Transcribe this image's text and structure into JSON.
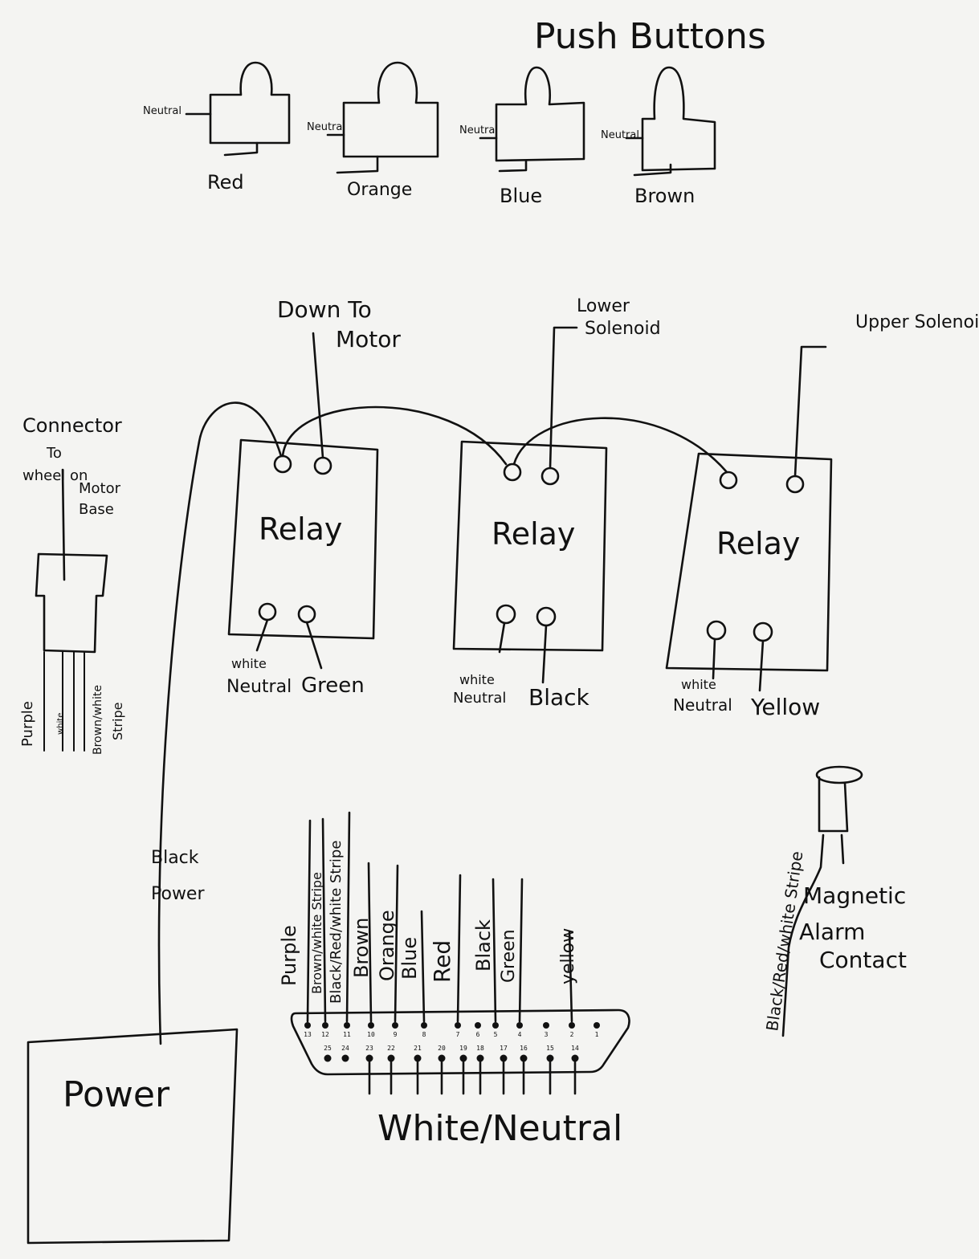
{
  "title": "Push Buttons",
  "push_buttons": [
    {
      "neutral_label": "Neutral",
      "color_label": "Red"
    },
    {
      "neutral_label": "Neutral",
      "color_label": "Orange"
    },
    {
      "neutral_label": "Neutral",
      "color_label": "Blue"
    },
    {
      "neutral_label": "Neutral",
      "color_label": "Brown"
    }
  ],
  "relays": [
    {
      "label": "Relay",
      "neutral_top": "white",
      "neutral_bottom": "Neutral",
      "wire_label": "Green",
      "output_label_1": "Down To",
      "output_label_2": "Motor"
    },
    {
      "label": "Relay",
      "neutral_top": "white",
      "neutral_bottom": "Neutral",
      "wire_label": "Black",
      "output_label_1": "Lower",
      "output_label_2": "Solenoid"
    },
    {
      "label": "Relay",
      "neutral_top": "white",
      "neutral_bottom": "Neutral",
      "wire_label": "Yellow",
      "output_label_1": "Upper Solenoid",
      "output_label_2": ""
    }
  ],
  "connector": {
    "label_1": "Connector",
    "label_2": "To",
    "label_3": "wheel on",
    "label_4": "Motor",
    "label_5": "Base",
    "wire_1": "Purple",
    "wire_2": "white",
    "wire_3": "Brown/white",
    "wire_4": "Stripe"
  },
  "power": {
    "label": "Power",
    "wire_label_1": "Black",
    "wire_label_2": "Power"
  },
  "db25": {
    "top_pins": [
      "13",
      "12",
      "11",
      "10",
      "9",
      "8",
      "7",
      "6",
      "5",
      "4",
      "3",
      "2",
      "1"
    ],
    "bottom_pins": [
      "25",
      "24",
      "23",
      "22",
      "21",
      "20",
      "19",
      "18",
      "17",
      "16",
      "15",
      "14"
    ],
    "wires": [
      "Purple",
      "Brown/white Stripe",
      "Black/Red/white Stripe",
      "Brown",
      "Orange",
      "Blue",
      "Red",
      "Black",
      "Green",
      "yellow"
    ],
    "ground_label": "White/Neutral"
  },
  "magnetic_contact": {
    "label_1": "Magnetic",
    "label_2": "Alarm",
    "label_3": "Contact",
    "wire_1": "Black/Red/white Stripe"
  }
}
